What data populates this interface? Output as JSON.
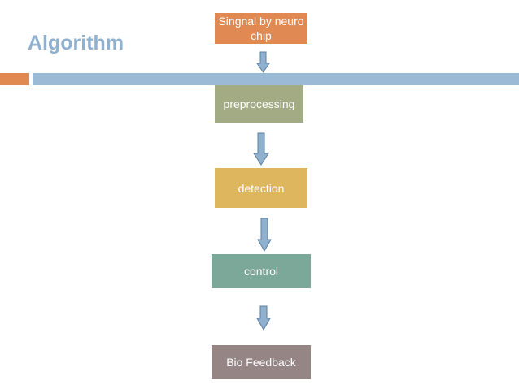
{
  "slide": {
    "title": "Algorithm"
  },
  "flow": {
    "steps": [
      {
        "label": "Singnal by neurochip"
      },
      {
        "label": "preprocessing"
      },
      {
        "label": "detection"
      },
      {
        "label": "control"
      },
      {
        "label": "Bio Feedback"
      }
    ]
  },
  "colors": {
    "title": "#8fb0cf",
    "accent_bar": "#e08a52",
    "header_bar": "#9bbad6",
    "signal_box": "#e08952",
    "preprocessing_box": "#a2ab83",
    "detection_box": "#ddb65d",
    "control_box": "#7ca89a",
    "bio_feedback_box": "#968585",
    "arrow_fill": "#8fb0cf",
    "arrow_stroke": "#5e7f9d"
  }
}
